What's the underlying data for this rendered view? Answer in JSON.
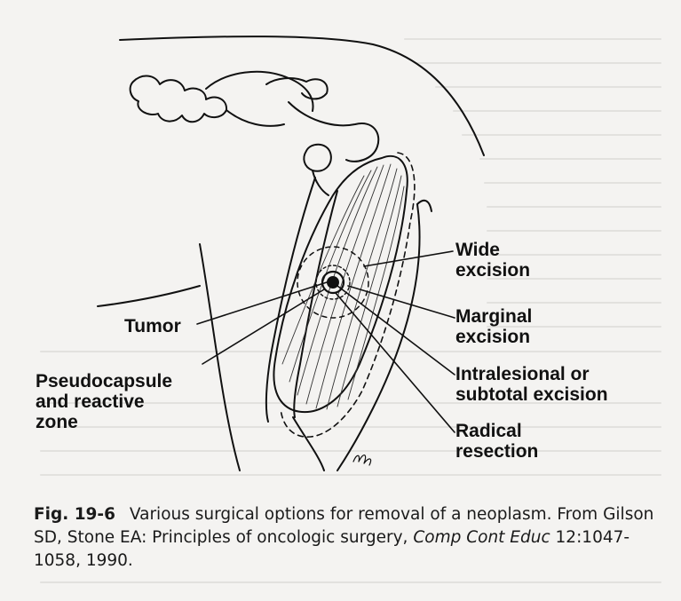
{
  "figure": {
    "labels": {
      "wide": [
        "Wide",
        "excision"
      ],
      "marginal": [
        "Marginal",
        "excision"
      ],
      "intralesional": [
        "Intralesional or",
        "subtotal excision"
      ],
      "radical": [
        "Radical",
        "resection"
      ],
      "tumor": [
        "Tumor"
      ],
      "pseudocapsule": [
        "Pseudocapsule",
        "and reactive",
        "zone"
      ]
    }
  },
  "caption": {
    "fig_label": "Fig. 19-6",
    "text_before_journal": "Various surgical options for removal of a neoplasm. From Gilson SD, Stone EA: Principles of oncologic surgery,",
    "journal": "Comp Cont Educ",
    "text_after_journal": "12:1047-1058, 1990."
  },
  "colors": {
    "ink": "#111111",
    "paper": "#f4f3f1",
    "bleed": "#e2e1de"
  }
}
